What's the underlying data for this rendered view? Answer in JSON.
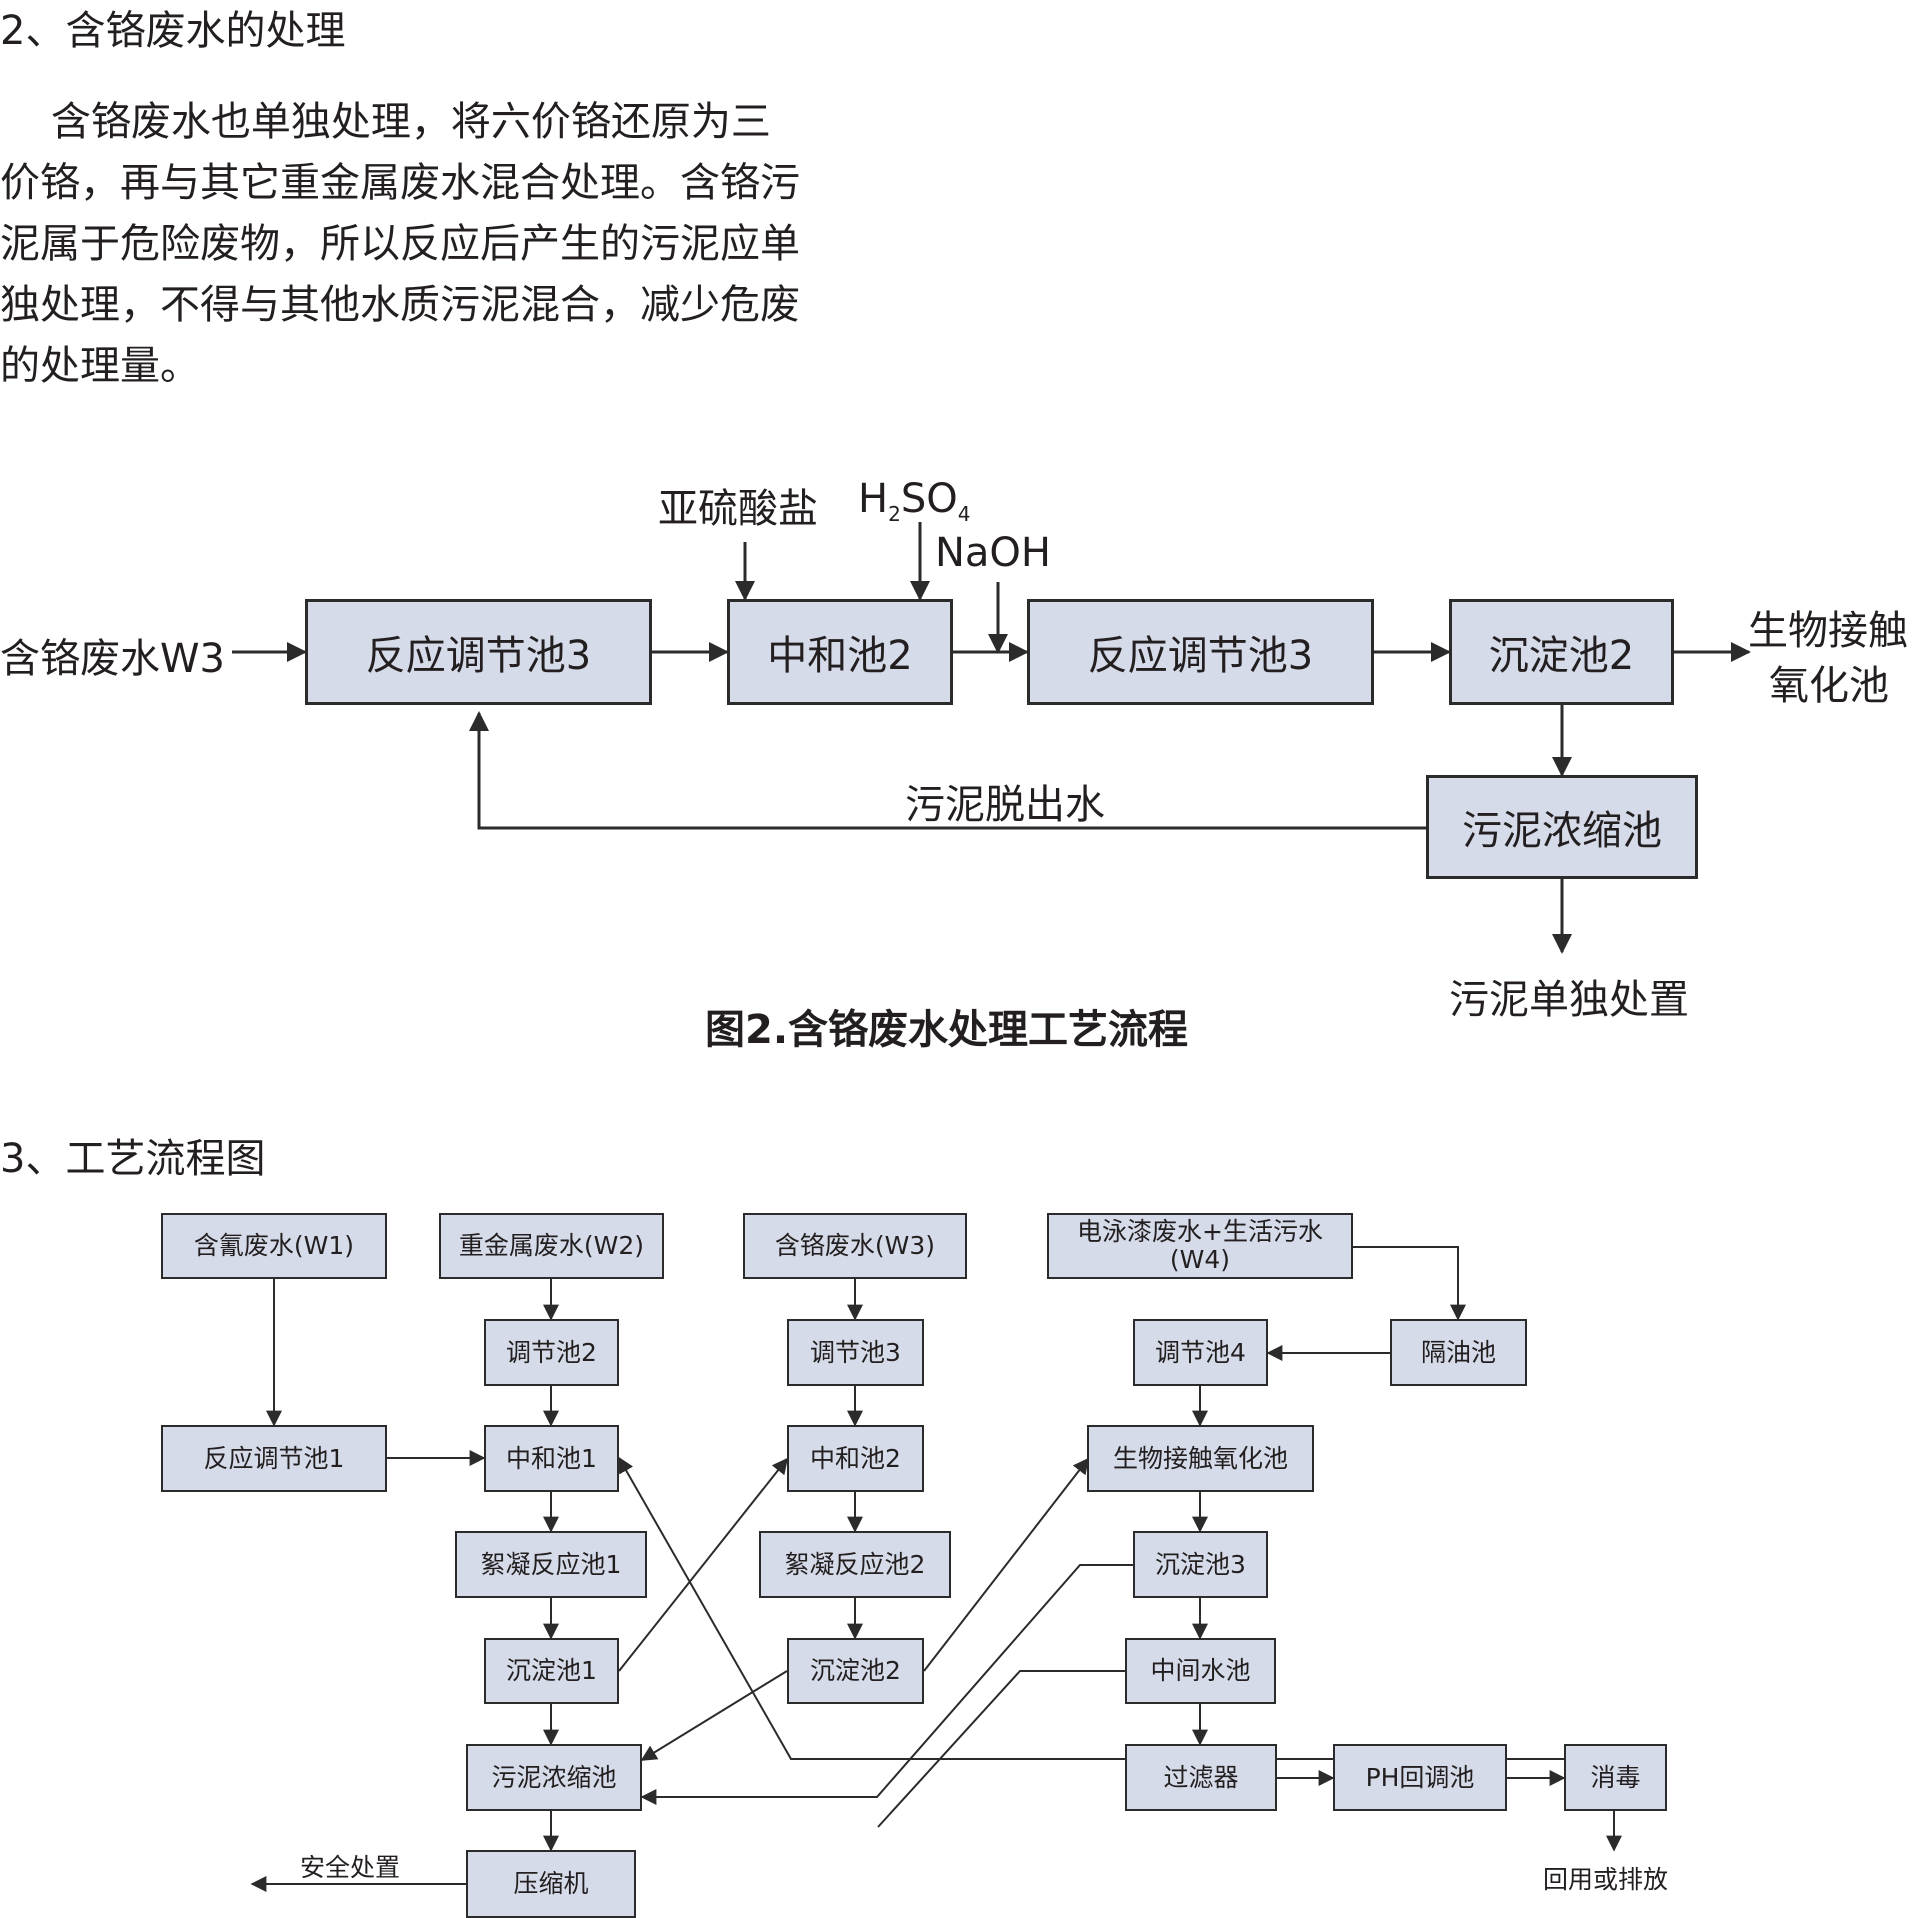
{
  "section2": {
    "heading": "2、含铬废水的处理",
    "paragraph": "    含铬废水也单独处理，将六价铬还原为三\n价铬，再与其它重金属废水混合处理。含铬污\n泥属于危险废物，所以反应后产生的污泥应单\n独处理，不得与其他水质污泥混合，减少危废\n的处理量。"
  },
  "fig2": {
    "input_label": "含铬废水W3",
    "boxes": {
      "reaction1": "反应调节池3",
      "neutral": "中和池2",
      "reaction2": "反应调节池3",
      "settle": "沉淀池2",
      "sludge": "污泥浓缩池"
    },
    "reagent1": "亚硫酸盐",
    "reagent2_base": "H",
    "reagent2_sub1": "2",
    "reagent2_mid": "SO",
    "reagent2_sub2": "4",
    "reagent3": "NaOH",
    "output_line1": "生物接触",
    "output_line2": "氧化池",
    "return_label": "污泥脱出水",
    "sludge_output": "污泥单独处置",
    "caption": "图2.含铬废水处理工艺流程"
  },
  "section3": {
    "heading": "3、工艺流程图"
  },
  "fig3": {
    "boxes": {
      "w1": "含氰废水(W1)",
      "w2": "重金属废水(W2)",
      "w3": "含铬废水(W3)",
      "w4_line1": "电泳漆废水+生活污水",
      "w4_line2": "(W4)",
      "reaction1": "反应调节池1",
      "adj2": "调节池2",
      "neutral1": "中和池1",
      "floc1": "絮凝反应池1",
      "settle1": "沉淀池1",
      "sludge": "污泥浓缩池",
      "press": "压缩机",
      "adj3": "调节池3",
      "neutral2": "中和池2",
      "floc2": "絮凝反应池2",
      "settle2": "沉淀池2",
      "oil": "隔油池",
      "adj4": "调节池4",
      "bio": "生物接触氧化池",
      "settle3": "沉淀池3",
      "mid": "中间水池",
      "filter": "过滤器",
      "ph": "PH回调池",
      "disinfect": "消毒"
    },
    "safe_label": "安全处置",
    "reuse_label": "回用或排放"
  },
  "colors": {
    "box_fill": "#d5dbe8",
    "line": "#2b2b2b"
  }
}
